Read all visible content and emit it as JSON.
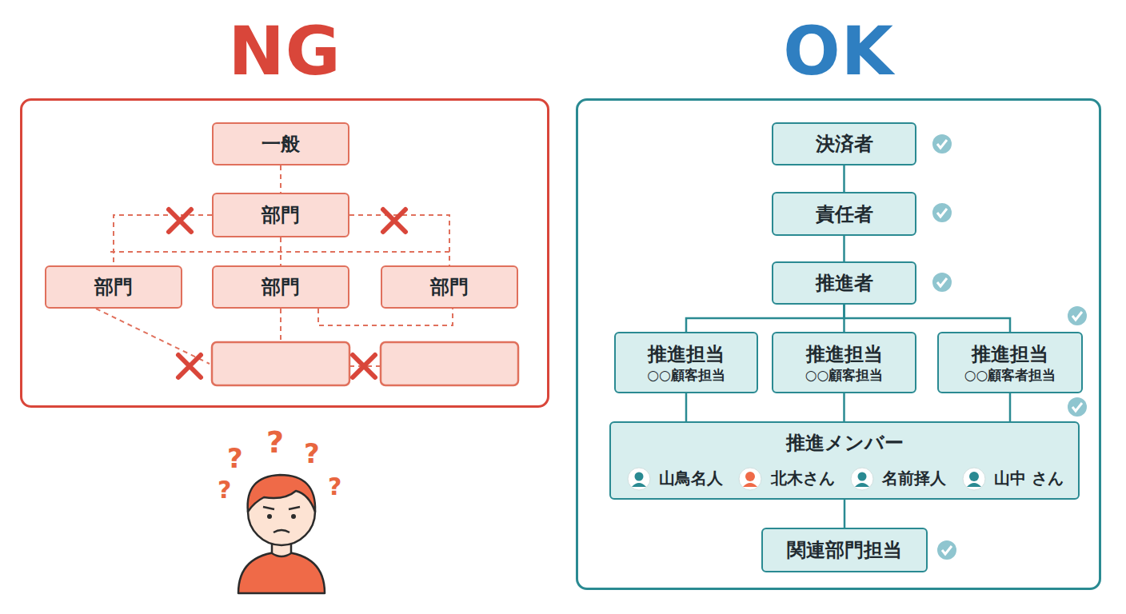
{
  "diagram": {
    "nodes": [
      {
        "text": [
          "NG"
        ]
      },
      {
        "text": [
          "一般"
        ],
        "in": 0
      },
      {
        "text": [
          "部門"
        ],
        "in": 0
      },
      {
        "text": [
          "部門"
        ],
        "in": 0
      },
      {
        "text": [
          "部門"
        ],
        "in": 0
      },
      {
        "text": [
          "部門"
        ],
        "in": 0
      },
      {
        "text": [
          "OK"
        ]
      },
      {
        "text": [
          "決済者"
        ],
        "in": 6
      },
      {
        "text": [
          "責任者"
        ],
        "in": 6
      },
      {
        "text": [
          "推進者"
        ],
        "in": 6
      },
      {
        "text": [
          "推進担当",
          "○○顧客担当"
        ],
        "in": 6
      },
      {
        "text": [
          "推進担当",
          "○○顧客担当"
        ],
        "in": 6
      },
      {
        "text": [
          "推進担当",
          "○○顧客者担当"
        ],
        "in": 6
      },
      {
        "text": [
          "推進メンバー",
          "山鳥名人",
          "北木さん",
          "名前择人",
          "山中 さん"
        ],
        "in": 6
      },
      {
        "text": [
          "関連部門担当"
        ],
        "in": 6
      }
    ],
    "edges": [
      {
        "from": 1,
        "to": 2,
        "arrow": "none"
      },
      {
        "from": 2,
        "to": 3,
        "arrow": "none"
      },
      {
        "from": 2,
        "to": 5,
        "arrow": "none"
      },
      {
        "from": 2,
        "to": 4,
        "arrow": "none"
      },
      {
        "from": 7,
        "to": 8,
        "arrow": "none"
      },
      {
        "from": 8,
        "to": 9,
        "arrow": "none"
      },
      {
        "from": 9,
        "to": 10,
        "arrow": "none"
      },
      {
        "from": 9,
        "to": 11,
        "arrow": "none"
      },
      {
        "from": 9,
        "to": 12,
        "arrow": "none"
      },
      {
        "from": 10,
        "to": 13,
        "arrow": "none"
      },
      {
        "from": 11,
        "to": 13,
        "arrow": "none"
      },
      {
        "from": 12,
        "to": 13,
        "arrow": "none"
      },
      {
        "from": 13,
        "to": 14,
        "arrow": "none"
      }
    ],
    "labels": [
      "?",
      "?",
      "?",
      "?",
      "?"
    ]
  }
}
